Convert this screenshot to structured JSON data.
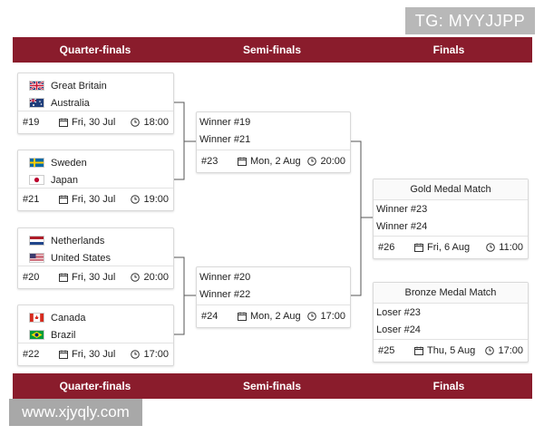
{
  "watermark_top": "TG: MYYJJPP",
  "watermark_bottom": "www.xjyqly.com",
  "stages": [
    "Quarter-finals",
    "Semi-finals",
    "Finals"
  ],
  "quarterfinals": [
    {
      "team1": "Great Britain",
      "team2": "Australia",
      "match": "#19",
      "date": "Fri, 30 Jul",
      "time": "18:00"
    },
    {
      "team1": "Sweden",
      "team2": "Japan",
      "match": "#21",
      "date": "Fri, 30 Jul",
      "time": "19:00"
    },
    {
      "team1": "Netherlands",
      "team2": "United States",
      "match": "#20",
      "date": "Fri, 30 Jul",
      "time": "20:00"
    },
    {
      "team1": "Canada",
      "team2": "Brazil",
      "match": "#22",
      "date": "Fri, 30 Jul",
      "time": "17:00"
    }
  ],
  "semifinals": [
    {
      "team1": "Winner #19",
      "team2": "Winner #21",
      "match": "#23",
      "date": "Mon, 2 Aug",
      "time": "20:00"
    },
    {
      "team1": "Winner #20",
      "team2": "Winner #22",
      "match": "#24",
      "date": "Mon, 2 Aug",
      "time": "17:00"
    }
  ],
  "finals": [
    {
      "title": "Gold Medal Match",
      "team1": "Winner #23",
      "team2": "Winner #24",
      "match": "#26",
      "date": "Fri, 6 Aug",
      "time": "11:00"
    },
    {
      "title": "Bronze Medal Match",
      "team1": "Loser #23",
      "team2": "Loser #24",
      "match": "#25",
      "date": "Thu, 5 Aug",
      "time": "17:00"
    }
  ],
  "colors": {
    "header_bg": "#8a1c2c",
    "connector": "#555555"
  },
  "icons": {
    "date": "calendar-icon",
    "time": "clock-icon"
  }
}
